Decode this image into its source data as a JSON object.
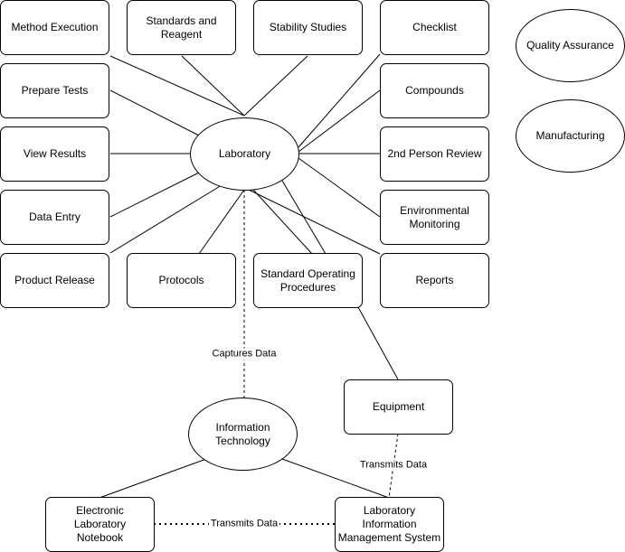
{
  "nodes": {
    "method_execution": "Method Execution",
    "standards_reagent": "Standards and Reagent",
    "stability_studies": "Stability Studies",
    "checklist": "Checklist",
    "quality_assurance": "Quality Assurance",
    "prepare_tests": "Prepare Tests",
    "compounds": "Compounds",
    "manufacturing": "Manufacturing",
    "view_results": "View Results",
    "laboratory": "Laboratory",
    "second_person_review": "2nd Person Review",
    "data_entry": "Data Entry",
    "environmental_monitoring": "Environmental Monitoring",
    "product_release": "Product Release",
    "protocols": "Protocols",
    "sop": "Standard Operating Procedures",
    "reports": "Reports",
    "equipment": "Equipment",
    "information_technology": "Information Technology",
    "eln": "Electronic Laboratory Notebook",
    "lims": "Laboratory Information Management System"
  },
  "edge_labels": {
    "captures_data": "Captures Data",
    "transmits_data_equipment": "Transmits Data",
    "transmits_data_eln": "Transmits Data"
  }
}
